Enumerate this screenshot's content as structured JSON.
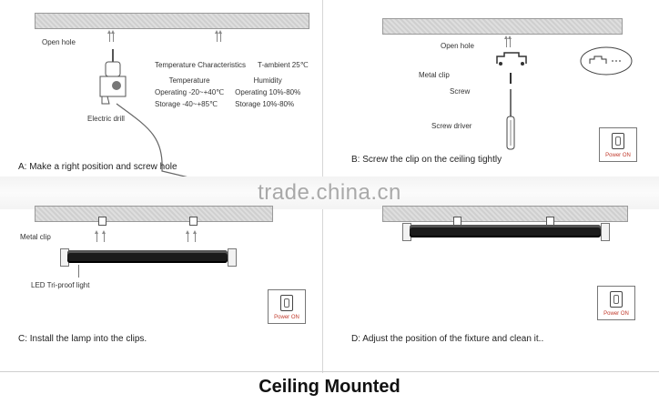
{
  "panels": {
    "a": {
      "open_hole_label": "Open hole",
      "spec_title": "Temperature Characteristics",
      "spec_ambient": "T-ambient 25℃",
      "spec_headers": [
        "Temperature",
        "Humidity"
      ],
      "spec_rows": [
        [
          "Operating -20~+40℃",
          "Operating 10%-80%"
        ],
        [
          "Storage  -40~+85℃",
          "Storage  10%-80%"
        ]
      ],
      "drill_label": "Electric drill",
      "caption": "A: Make a right position and screw hole"
    },
    "b": {
      "open_hole_label": "Open hole",
      "metal_clip_label": "Metal clip",
      "screw_label": "Screw",
      "screwdriver_label": "Screw driver",
      "power_label": "Power ON",
      "caption": "B: Screw the clip on the ceiling tightly"
    },
    "c": {
      "metal_clip_label": "Metal clip",
      "lamp_label": "LED Tri-proof light",
      "power_label": "Power ON",
      "caption": "C: Install the lamp into the clips."
    },
    "d": {
      "power_label": "Power ON",
      "caption": "D: Adjust the position of the fixture and clean it.."
    }
  },
  "watermark": "trade.china.cn",
  "footer_title": "Ceiling Mounted"
}
